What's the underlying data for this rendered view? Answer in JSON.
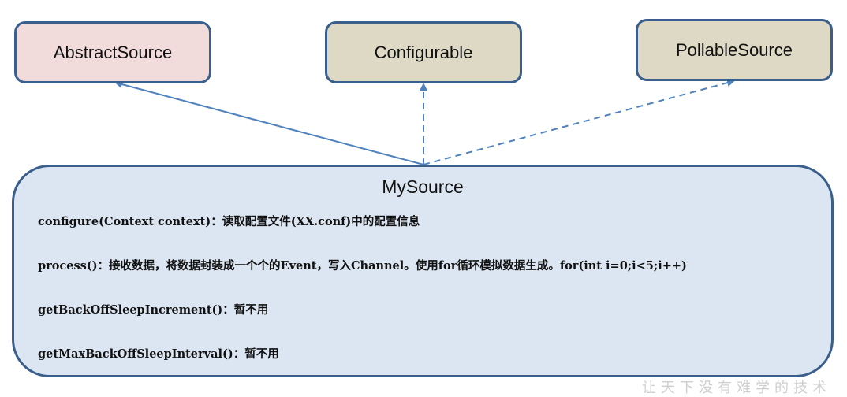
{
  "diagram": {
    "parents": [
      {
        "id": "abstract",
        "label": "AbstractSource",
        "relation": "extends",
        "fill": "#f1dcdb"
      },
      {
        "id": "configurable",
        "label": "Configurable",
        "relation": "implements",
        "fill": "#ddd9c4"
      },
      {
        "id": "pollable",
        "label": "PollableSource",
        "relation": "implements",
        "fill": "#ddd9c4"
      }
    ],
    "child": {
      "label": "MySource",
      "fill": "#dce6f2",
      "methods": [
        "configure(Context context)：读取配置文件(XX.conf)中的配置信息",
        "process()：接收数据，将数据封装成一个个的Event，写入Channel。使用for循环模拟数据生成。for(int i=0;i<5;i++)",
        "getBackOffSleepIncrement()：暂不用",
        "getMaxBackOffSleepInterval()：暂不用"
      ]
    },
    "colors": {
      "border": "#3b5f8c",
      "arrow": "#4f81bd"
    },
    "watermark": "让天下没有难学的技术"
  }
}
